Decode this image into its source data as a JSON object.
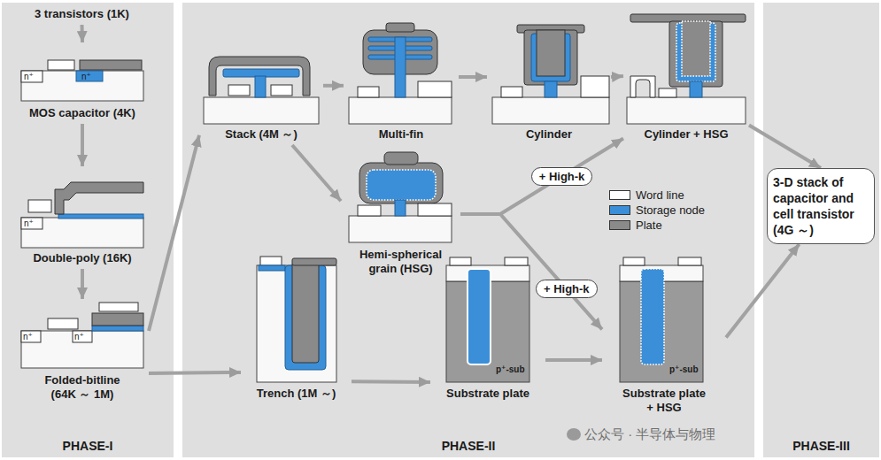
{
  "diagram": {
    "nodes": [
      {
        "text": [
          "PHASE-I"
        ]
      },
      {
        "text": [
          "PHASE-II"
        ]
      },
      {
        "text": [
          "PHASE-III"
        ]
      },
      {
        "text": [
          "3 transistors (1K)"
        ],
        "in": 0
      },
      {
        "text": [
          "MOS capacitor (4K)"
        ],
        "in": 0
      },
      {
        "text": [
          "Double-poly (16K)"
        ],
        "in": 0
      },
      {
        "text": [
          "Folded-bitline (64K ～ 1M)"
        ],
        "in": 0
      },
      {
        "text": [
          "Stack (4M ～)"
        ],
        "in": 1
      },
      {
        "text": [
          "Multi-fin"
        ],
        "in": 1
      },
      {
        "text": [
          "Cylinder"
        ],
        "in": 1
      },
      {
        "text": [
          "Cylinder + HSG"
        ],
        "in": 1
      },
      {
        "text": [
          "Hemi-spherical grain (HSG)"
        ],
        "in": 1
      },
      {
        "text": [
          "Trench (1M ～)"
        ],
        "in": 1
      },
      {
        "text": [
          "Substrate plate"
        ],
        "in": 1
      },
      {
        "text": [
          "Substrate plate + HSG"
        ],
        "in": 1
      },
      {
        "text": [
          "3-D stack of capacitor and cell transistor (4G ～)"
        ],
        "in": 2
      }
    ],
    "edges": [
      {
        "from": 3,
        "to": 4,
        "arrow": "to"
      },
      {
        "from": 4,
        "to": 5,
        "arrow": "to"
      },
      {
        "from": 5,
        "to": 6,
        "arrow": "to"
      },
      {
        "from": 6,
        "to": 7,
        "arrow": "to"
      },
      {
        "from": 6,
        "to": 12,
        "arrow": "to"
      },
      {
        "from": 7,
        "to": 8,
        "arrow": "to"
      },
      {
        "from": 8,
        "to": 9,
        "arrow": "to"
      },
      {
        "from": 9,
        "to": 10,
        "arrow": "to"
      },
      {
        "from": 7,
        "to": 11,
        "arrow": "to"
      },
      {
        "from": 11,
        "to": 10,
        "label": "+ High-k",
        "arrow": "to"
      },
      {
        "from": 11,
        "to": 14,
        "label": "+ High-k",
        "arrow": "to"
      },
      {
        "from": 12,
        "to": 13,
        "arrow": "to"
      },
      {
        "from": 13,
        "to": 14,
        "arrow": "to"
      },
      {
        "from": 10,
        "to": 15,
        "arrow": "to"
      },
      {
        "from": 14,
        "to": 15,
        "arrow": "to"
      }
    ],
    "labels": [
      "n⁺",
      "n⁺",
      "n⁺",
      "n⁺",
      "n⁺",
      "p⁺-sub",
      "p⁺-sub",
      "公众号 · 半导体与物理"
    ],
    "legend": [
      {
        "text": "Word line",
        "color": "#ffffff"
      },
      {
        "text": "Storage node",
        "color": "#3b8fd8"
      },
      {
        "text": "Plate",
        "color": "#8a8a8a"
      }
    ]
  }
}
